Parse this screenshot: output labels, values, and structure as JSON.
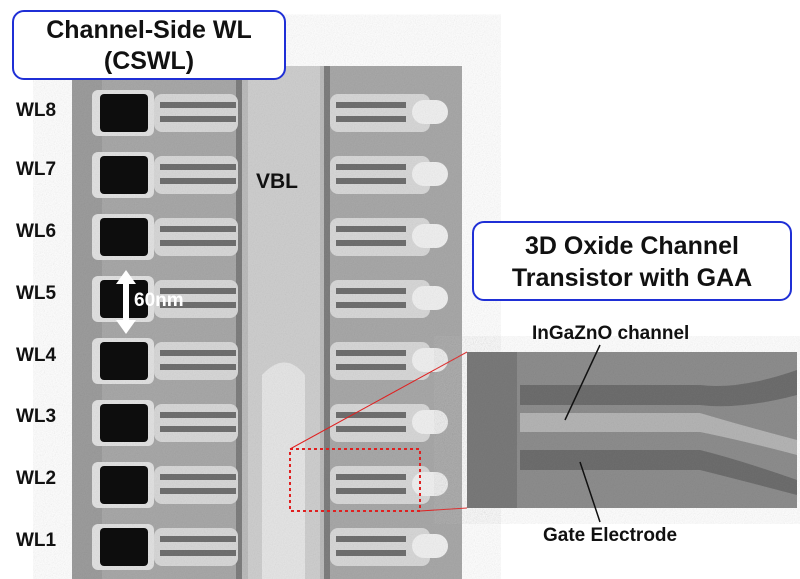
{
  "title": {
    "line1": "Channel-Side WL",
    "line2": "(CSWL)"
  },
  "gaa_box": {
    "line1": "3D Oxide Channel",
    "line2": "Transistor with GAA"
  },
  "word_lines": [
    "WL8",
    "WL7",
    "WL6",
    "WL5",
    "WL4",
    "WL3",
    "WL2",
    "WL1"
  ],
  "vbl_label": "VBL",
  "scale_label": "60nm",
  "inset_labels": {
    "channel": "InGaZnO channel",
    "gate": "Gate Electrode"
  },
  "colors": {
    "box_border": "#1f2fd6",
    "zoom_marker": "#e02020"
  }
}
